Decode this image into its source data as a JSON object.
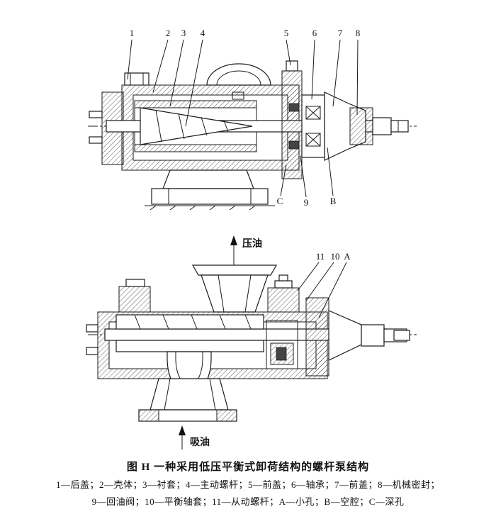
{
  "callouts": {
    "n1": "1",
    "n2": "2",
    "n3": "3",
    "n4": "4",
    "n5": "5",
    "n6": "6",
    "n7": "7",
    "n8": "8",
    "c": "C",
    "n9": "9",
    "b": "B",
    "n11": "11",
    "n10": "10",
    "a": "A"
  },
  "flow_labels": {
    "pressure": "压油",
    "suction": "吸油"
  },
  "caption": {
    "title": "图  H   一种采用低压平衡式卸荷结构的螺杆泵结构",
    "legend1": "1—后盖；2—壳体；3—衬套；4—主动螺杆；5—前盖；6—轴承；7—前盖；8—机械密封；",
    "legend2": "9—回油阀；10—平衡轴套；11—从动螺杆；A—小孔；B—空腔；C—深孔"
  }
}
